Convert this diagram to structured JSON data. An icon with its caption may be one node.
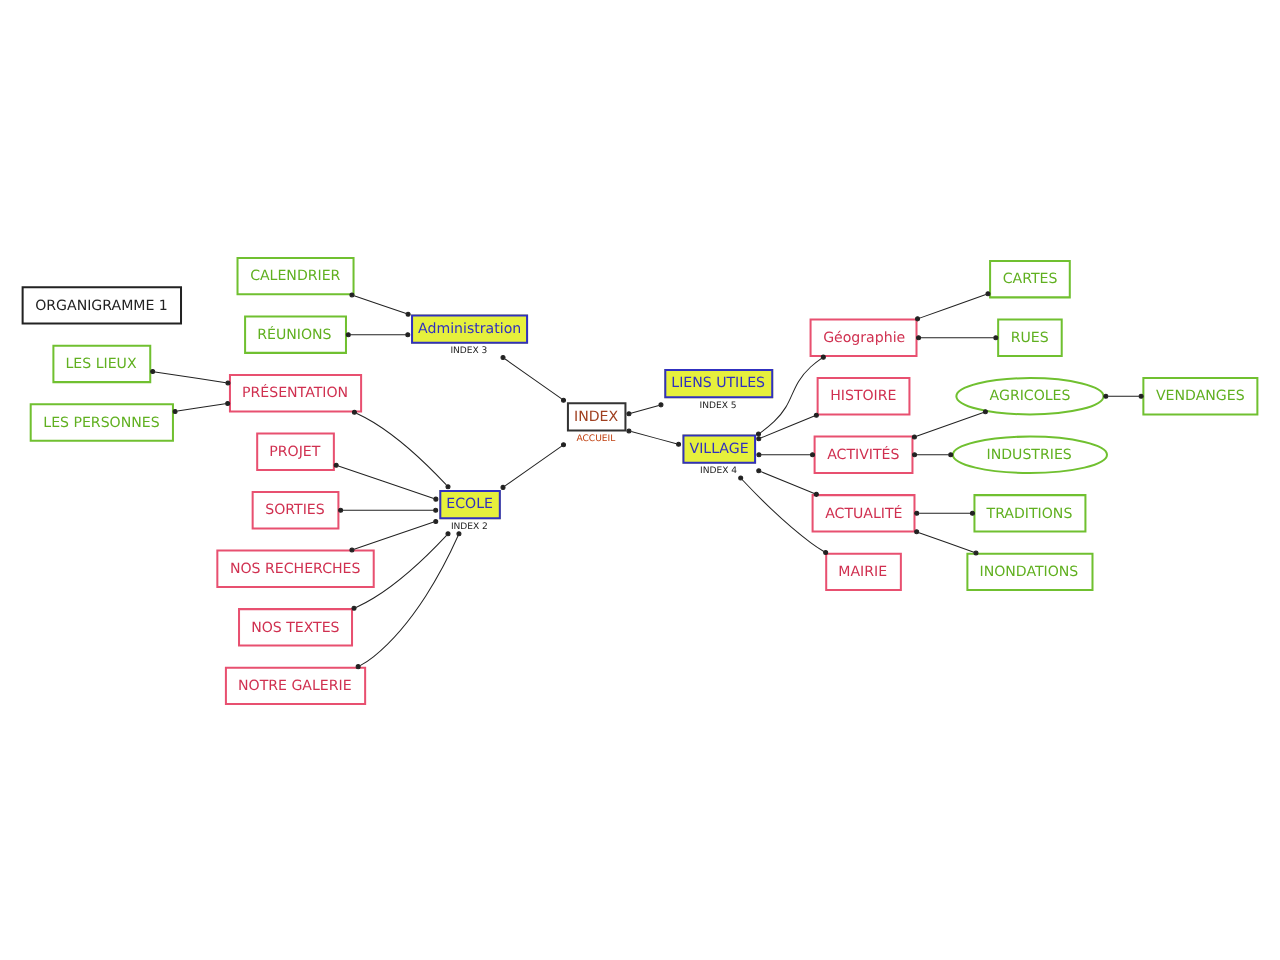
{
  "diagram": {
    "nodes": [
      {
        "text": [
          "ECOLE"
        ],
        "beside": [
          "INDEX 2"
        ]
      },
      {
        "text": [
          "PRÉSENTATION"
        ]
      },
      {
        "text": [
          "LES LIEUX"
        ]
      },
      {
        "text": [
          "LES PERSONNES"
        ]
      },
      {
        "text": [
          "PROJET"
        ]
      },
      {
        "text": [
          "SORTIES"
        ]
      },
      {
        "text": [
          "NOS RECHERCHES"
        ]
      },
      {
        "text": [
          "NOS TEXTES"
        ]
      },
      {
        "text": [
          "NOTRE GALERIE"
        ]
      },
      {
        "text": [
          "INDEX"
        ],
        "beside": [
          "ACCUEIL"
        ]
      },
      {
        "text": [
          "Administration"
        ],
        "beside": [
          "INDEX 3"
        ]
      },
      {
        "text": [
          "CALENDRIER"
        ]
      },
      {
        "text": [
          "RÉUNIONS"
        ]
      },
      {
        "text": [
          "LIENS UTILES"
        ],
        "beside": [
          "INDEX 5"
        ]
      },
      {
        "text": [
          "CARTES"
        ]
      },
      {
        "text": [
          "RUES"
        ]
      },
      {
        "text": [
          "Géographie"
        ]
      },
      {
        "text": [
          "HISTOIRE"
        ]
      },
      {
        "text": [
          "VENDANGES"
        ]
      },
      {
        "text": [
          "AGRICOLES"
        ]
      },
      {
        "text": [
          "ACTIVITÉS"
        ]
      },
      {
        "text": [
          "INDUSTRIES"
        ]
      },
      {
        "text": [
          "TRADITIONS"
        ]
      },
      {
        "text": [
          "ACTUALITÉ"
        ]
      },
      {
        "text": [
          "INONDATIONS"
        ]
      },
      {
        "text": [
          "MAIRIE"
        ]
      },
      {
        "text": [
          "VILLAGE"
        ],
        "beside": [
          "INDEX 4"
        ]
      },
      {
        "text": [
          "ORGANIGRAMME 1"
        ]
      }
    ],
    "edges": [
      {
        "from": 0,
        "to": 9,
        "arrow": "other"
      },
      {
        "from": 10,
        "to": 9,
        "arrow": "other"
      },
      {
        "from": 9,
        "to": 13,
        "arrow": "other"
      },
      {
        "from": 9,
        "to": 26,
        "arrow": "other"
      },
      {
        "from": 1,
        "to": 0,
        "arrow": "other"
      },
      {
        "from": 4,
        "to": 0,
        "arrow": "other"
      },
      {
        "from": 5,
        "to": 0,
        "arrow": "other"
      },
      {
        "from": 6,
        "to": 0,
        "arrow": "other"
      },
      {
        "from": 7,
        "to": 0,
        "arrow": "other"
      },
      {
        "from": 8,
        "to": 0,
        "arrow": "other"
      },
      {
        "from": 2,
        "to": 1,
        "arrow": "other"
      },
      {
        "from": 3,
        "to": 1,
        "arrow": "other"
      },
      {
        "from": 11,
        "to": 10,
        "arrow": "other"
      },
      {
        "from": 12,
        "to": 10,
        "arrow": "other"
      },
      {
        "from": 26,
        "to": 16,
        "arrow": "other"
      },
      {
        "from": 26,
        "to": 17,
        "arrow": "other"
      },
      {
        "from": 26,
        "to": 20,
        "arrow": "other"
      },
      {
        "from": 26,
        "to": 23,
        "arrow": "other"
      },
      {
        "from": 26,
        "to": 25,
        "arrow": "other"
      },
      {
        "from": 16,
        "to": 14,
        "arrow": "other"
      },
      {
        "from": 16,
        "to": 15,
        "arrow": "other"
      },
      {
        "from": 20,
        "to": 19,
        "arrow": "other"
      },
      {
        "from": 19,
        "to": 18,
        "arrow": "other"
      },
      {
        "from": 20,
        "to": 21,
        "arrow": "other"
      },
      {
        "from": 23,
        "to": 22,
        "arrow": "other"
      },
      {
        "from": 23,
        "to": 24,
        "arrow": "other"
      }
    ]
  }
}
